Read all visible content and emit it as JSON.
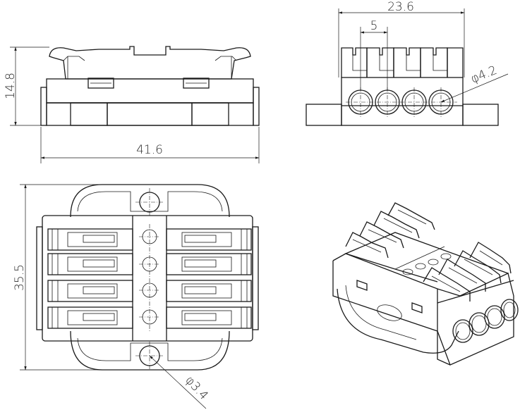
{
  "dimensions": {
    "width_total": "23.6",
    "pitch": "5",
    "hole_diameter": "φ4.2",
    "height": "14.8",
    "length": "41.6",
    "depth": "35.5",
    "mount_hole": "φ3.4"
  },
  "line_color": "#1a1a1a"
}
